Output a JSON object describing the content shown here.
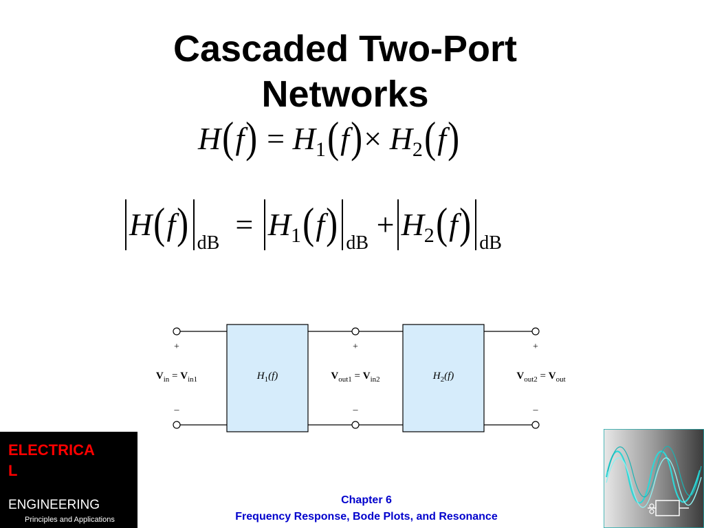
{
  "slide": {
    "title_line1": "Cascaded Two-Port",
    "title_line2": "Networks"
  },
  "equations": {
    "eq1": {
      "H": "H",
      "f": "f",
      "equals": "=",
      "H1_sub": "1",
      "times": "×",
      "H2_sub": "2"
    },
    "eq2": {
      "db": "dB",
      "equals": "=",
      "plus": "+",
      "H1_sub": "1",
      "H2_sub": "2"
    }
  },
  "diagram": {
    "block1_label": "H",
    "block1_sub": "1",
    "block1_arg": "(f)",
    "block2_label": "H",
    "block2_sub": "2",
    "block2_arg": "(f)",
    "plus": "+",
    "minus": "–",
    "v_in": "V",
    "v_in_sub": "in",
    "v_in1": "V",
    "v_in1_sub": "in1",
    "v_out1": "V",
    "v_out1_sub": "out1",
    "v_in2": "V",
    "v_in2_sub": "in2",
    "v_out2": "V",
    "v_out2_sub": "out2",
    "v_out": "V",
    "v_out_sub": "out",
    "eq_sign": "=",
    "block_fill": "#d6ecfb"
  },
  "logo": {
    "line1": "ELECTRICA",
    "line2": "L",
    "line3": "ENGINEERING",
    "line4": "Principles and Applications",
    "accent_color": "#ff0000",
    "bg_color": "#000000"
  },
  "footer": {
    "chapter": "Chapter 6",
    "subtitle": "Frequency Response, Bode Plots, and Resonance",
    "color": "#0000cc"
  },
  "decor": {
    "corner_graphic": "waveform-oscilloscope-icon"
  }
}
